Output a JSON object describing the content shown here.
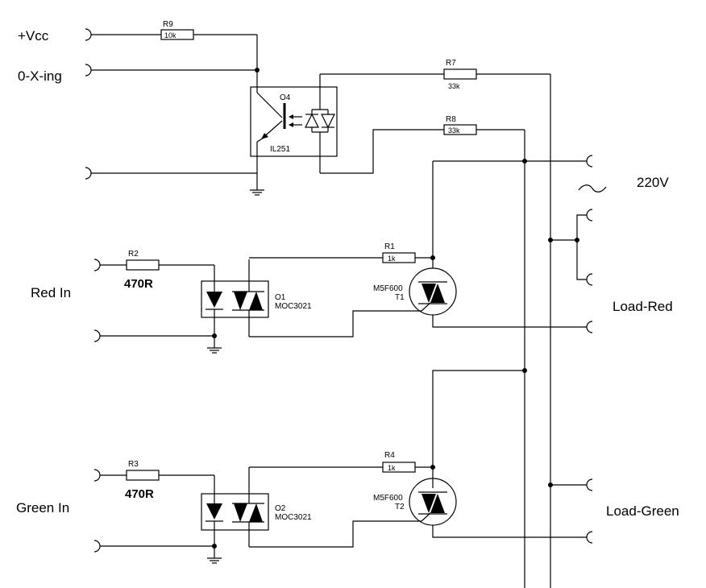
{
  "labels": {
    "vcc": "+Vcc",
    "zero_crossing": "0-X-ing",
    "mains": "220V",
    "red_in": "Red In",
    "green_in": "Green In",
    "load_red": "Load-Red",
    "load_green": "Load-Green"
  },
  "resistors": {
    "r9": {
      "ref": "R9",
      "value": "10k"
    },
    "r7": {
      "ref": "R7",
      "value": "33k"
    },
    "r8": {
      "ref": "R8",
      "value": "33k"
    },
    "r1": {
      "ref": "R1",
      "value": "1k"
    },
    "r2": {
      "ref": "R2",
      "value": "470R"
    },
    "r4": {
      "ref": "R4",
      "value": "1k"
    },
    "r3": {
      "ref": "R3",
      "value": "470R"
    }
  },
  "devices": {
    "o4": {
      "ref": "O4",
      "part": "IL251"
    },
    "o1": {
      "ref": "O1",
      "part": "MOC3021"
    },
    "o2": {
      "ref": "O2",
      "part": "MOC3021"
    },
    "t1": {
      "ref": "T1",
      "part": "M5F600"
    },
    "t2": {
      "ref": "T2",
      "part": "M5F600"
    }
  }
}
